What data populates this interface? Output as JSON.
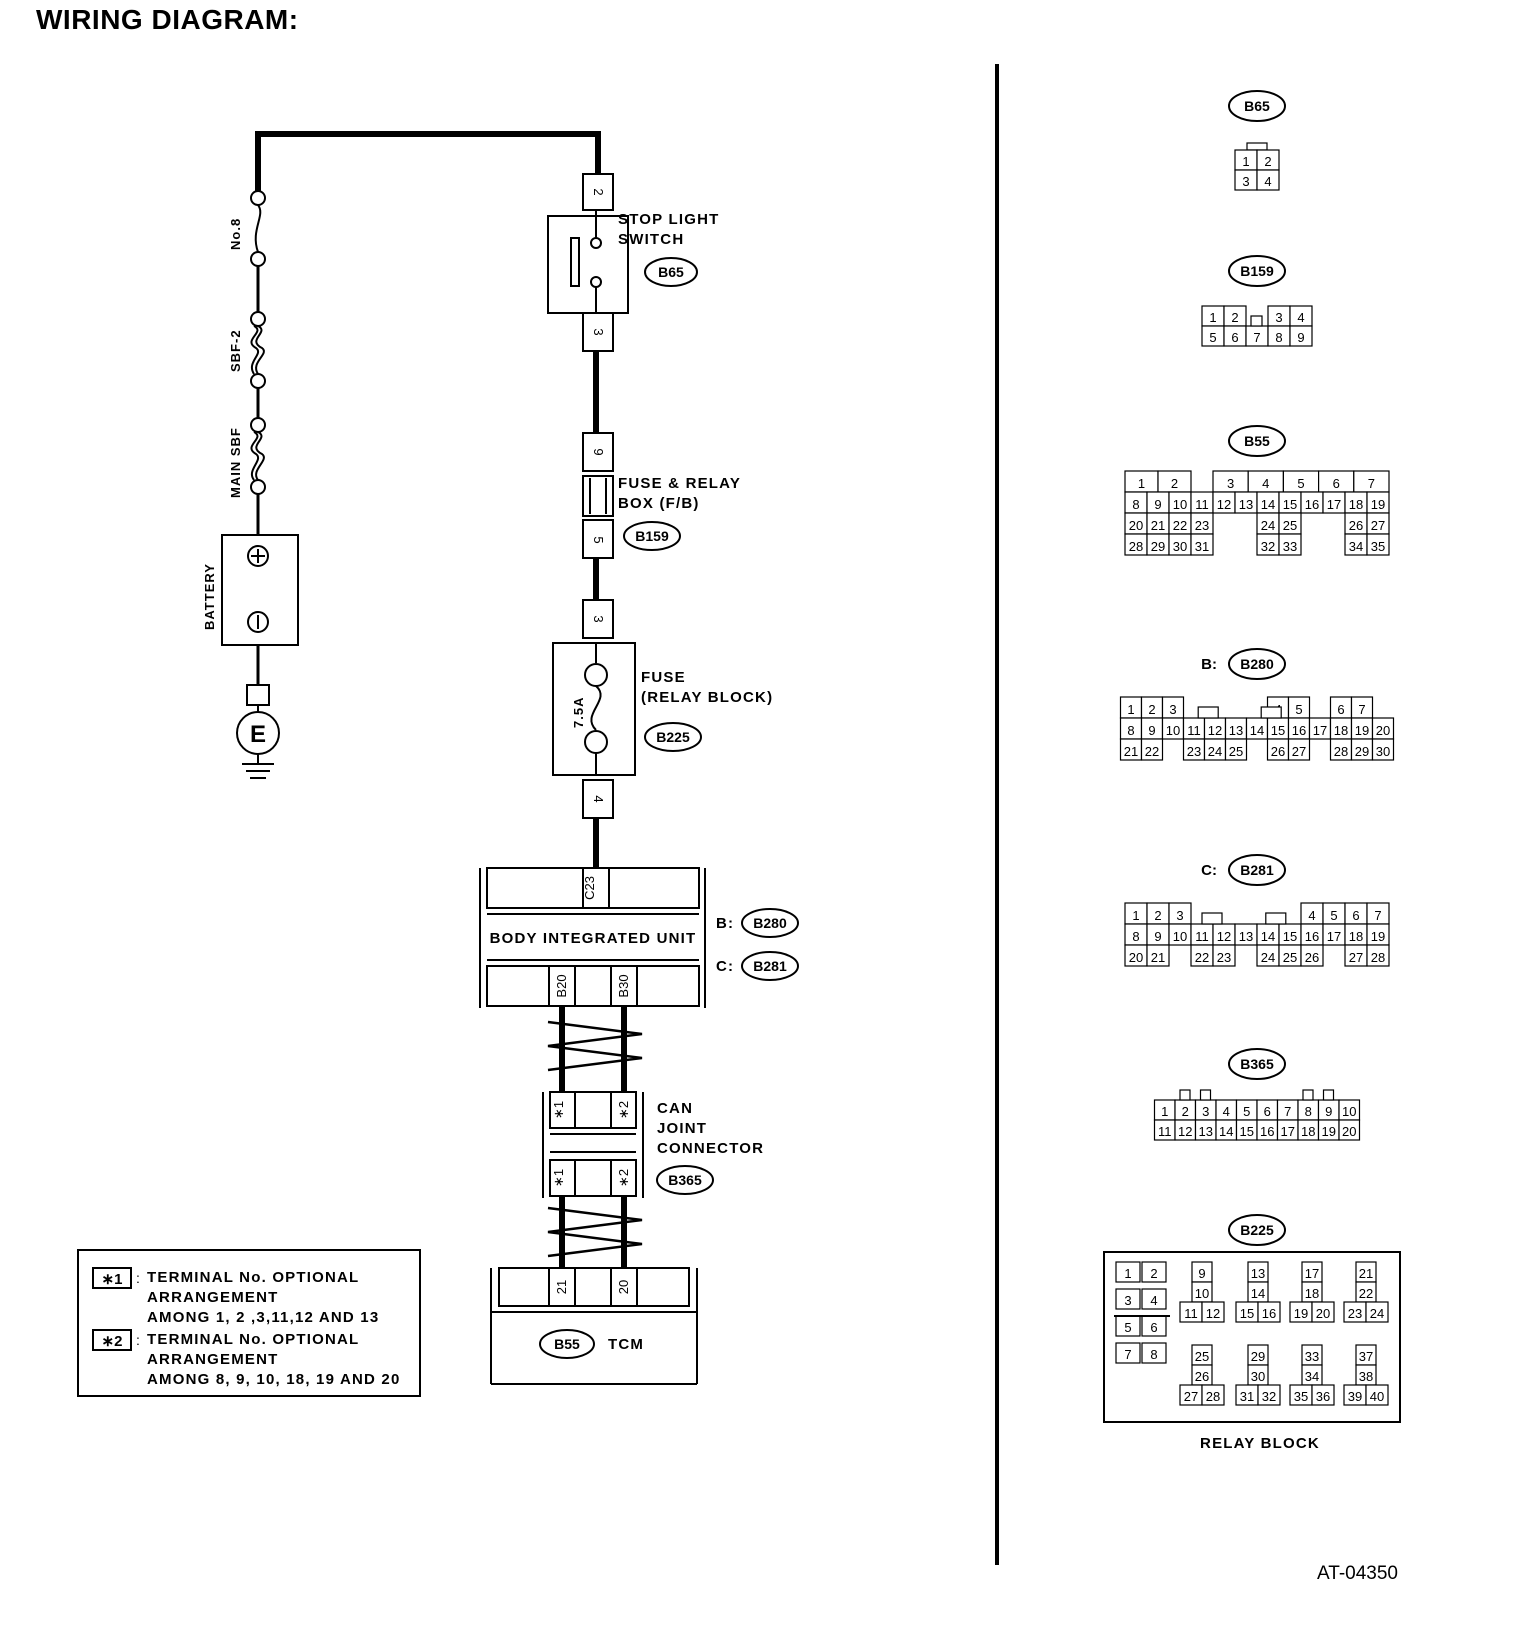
{
  "title": "WIRING DIAGRAM:",
  "figure_id": "AT-04350",
  "circuit": {
    "fuse_no8": "No.8",
    "sbf2": "SBF-2",
    "main_sbf": "MAIN SBF",
    "battery": "BATTERY",
    "ground": "E",
    "stop_light_switch": {
      "label_1": "STOP LIGHT",
      "label_2": "SWITCH",
      "connector": "B65",
      "pin_top": "2",
      "pin_bottom": "3"
    },
    "fuse_relay_box": {
      "label_1": "FUSE & RELAY",
      "label_2": "BOX (F/B)",
      "connector": "B159",
      "pin_top": "9",
      "pin_bottom": "5"
    },
    "relay_block_fuse": {
      "label_1": "FUSE",
      "label_2": "(RELAY BLOCK)",
      "connector": "B225",
      "rating": "7.5A",
      "pin_top": "3",
      "pin_bottom": "4"
    },
    "body_integrated_unit": {
      "label": "BODY INTEGRATED UNIT",
      "pin_c": "C23",
      "pin_b1": "B20",
      "pin_b2": "B30",
      "prefix_b": "B:",
      "connector_b": "B280",
      "prefix_c": "C:",
      "connector_c": "B281"
    },
    "can_joint": {
      "label_1": "CAN",
      "label_2": "JOINT",
      "label_3": "CONNECTOR",
      "connector": "B365",
      "pin_1": "∗1",
      "pin_2": "∗2"
    },
    "tcm": {
      "label": "TCM",
      "connector": "B55",
      "pin_1": "21",
      "pin_2": "20"
    }
  },
  "notes": [
    {
      "mark": "∗1",
      "line_1": "TERMINAL No. OPTIONAL",
      "line_2": "ARRANGEMENT",
      "line_3": "AMONG 1, 2 ,3,11,12 AND 13"
    },
    {
      "mark": "∗2",
      "line_1": "TERMINAL No. OPTIONAL",
      "line_2": "ARRANGEMENT",
      "line_3": "AMONG 8, 9, 10, 18, 19 AND 20"
    }
  ],
  "connectors": {
    "b65": {
      "badge": "B65",
      "rows": [
        [
          "1",
          "2"
        ],
        [
          "3",
          "4"
        ]
      ]
    },
    "b159": {
      "badge": "B159",
      "rows": [
        [
          "1",
          "2",
          "",
          "3",
          "4"
        ],
        [
          "5",
          "6",
          "7",
          "8",
          "9"
        ]
      ]
    },
    "b55": {
      "badge": "B55",
      "rows": [
        [
          "1",
          "2",
          "",
          "",
          "",
          "3",
          "4",
          "5",
          "6",
          "7"
        ],
        [
          "8",
          "9",
          "10",
          "11",
          "12",
          "13",
          "14",
          "15",
          "16",
          "17",
          "18",
          "19"
        ],
        [
          "20",
          "21",
          "22",
          "23",
          "",
          "",
          "24",
          "25",
          "",
          "",
          "26",
          "27"
        ],
        [
          "28",
          "29",
          "30",
          "31",
          "",
          "",
          "32",
          "33",
          "",
          "",
          "34",
          "35"
        ]
      ]
    },
    "b280": {
      "prefix": "B:",
      "badge": "B280",
      "rows": [
        [
          "1",
          "2",
          "3",
          "",
          "",
          "",
          "",
          "4",
          "5",
          "",
          "6",
          "7"
        ],
        [
          "8",
          "9",
          "10",
          "11",
          "12",
          "13",
          "14",
          "15",
          "16",
          "17",
          "18",
          "19",
          "20"
        ],
        [
          "21",
          "22",
          "",
          "23",
          "24",
          "25",
          "",
          "26",
          "27",
          "",
          "28",
          "29",
          "30"
        ]
      ]
    },
    "b281": {
      "prefix": "C:",
      "badge": "B281",
      "rows": [
        [
          "1",
          "2",
          "3",
          "",
          "",
          "",
          "",
          "",
          "4",
          "5",
          "6",
          "7"
        ],
        [
          "8",
          "9",
          "10",
          "11",
          "12",
          "13",
          "14",
          "15",
          "16",
          "17",
          "18",
          "19"
        ],
        [
          "20",
          "21",
          "",
          "22",
          "23",
          "",
          "24",
          "25",
          "26",
          "",
          "27",
          "28"
        ]
      ]
    },
    "b365": {
      "badge": "B365",
      "rows": [
        [
          "1",
          "2",
          "3",
          "4",
          "5",
          "6",
          "7",
          "8",
          "9",
          "10"
        ],
        [
          "11",
          "12",
          "13",
          "14",
          "15",
          "16",
          "17",
          "18",
          "19",
          "20"
        ]
      ]
    },
    "b225": {
      "badge": "B225",
      "caption": "RELAY BLOCK",
      "pairs": [
        [
          "1",
          "2"
        ],
        [
          "3",
          "4"
        ],
        [
          "5",
          "6"
        ],
        [
          "7",
          "8"
        ]
      ],
      "groups": [
        {
          "top": "9",
          "mid": "10",
          "bottom": [
            "11",
            "12"
          ]
        },
        {
          "top": "13",
          "mid": "14",
          "bottom": [
            "15",
            "16"
          ]
        },
        {
          "top": "17",
          "mid": "18",
          "bottom": [
            "19",
            "20"
          ]
        },
        {
          "top": "21",
          "mid": "22",
          "bottom": [
            "23",
            "24"
          ]
        },
        {
          "top": "25",
          "mid": "26",
          "bottom": [
            "27",
            "28"
          ]
        },
        {
          "top": "29",
          "mid": "30",
          "bottom": [
            "31",
            "32"
          ]
        },
        {
          "top": "33",
          "mid": "34",
          "bottom": [
            "35",
            "36"
          ]
        },
        {
          "top": "37",
          "mid": "38",
          "bottom": [
            "39",
            "40"
          ]
        }
      ]
    }
  }
}
